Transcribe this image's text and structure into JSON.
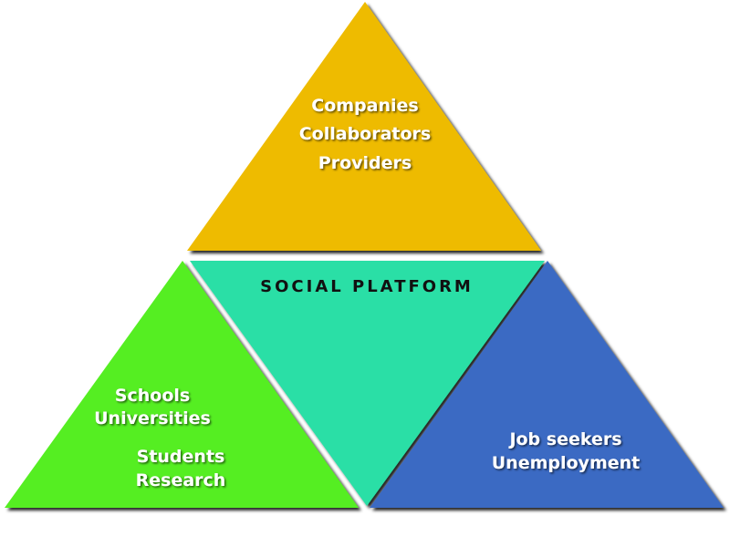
{
  "colors": {
    "top": "#EEBB00",
    "center": "#2ADFA6",
    "left": "#55EE22",
    "right": "#3A6AC3"
  },
  "top": {
    "lines": [
      "Companies",
      "Collaborators",
      "Providers"
    ]
  },
  "center": {
    "title": "SOCIAL PLATFORM"
  },
  "left": {
    "lines": [
      "Schools",
      "Universities",
      "Students",
      "Research"
    ]
  },
  "right": {
    "lines": [
      "Job seekers",
      "Unemployment"
    ]
  }
}
